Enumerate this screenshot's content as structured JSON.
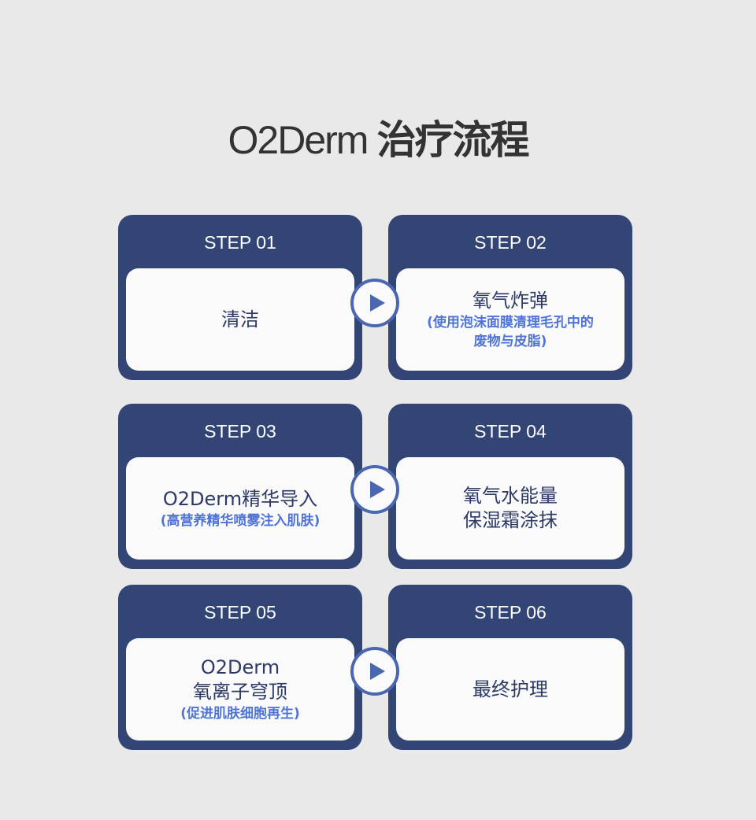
{
  "title": {
    "en": "O2Derm",
    "zh": "治疗流程"
  },
  "steps": [
    {
      "label": "STEP 01",
      "lines": [
        "清洁"
      ],
      "sub": []
    },
    {
      "label": "STEP 02",
      "lines": [
        "氧气炸弹"
      ],
      "sub": [
        "(使用泡沫面膜清理毛孔中的",
        "废物与皮脂)"
      ]
    },
    {
      "label": "STEP 03",
      "lines": [
        "O2Derm精华导入"
      ],
      "sub": [
        "(高营养精华喷雾注入肌肤)"
      ]
    },
    {
      "label": "STEP 04",
      "lines": [
        "氧气水能量",
        "保湿霜涂抹"
      ],
      "sub": []
    },
    {
      "label": "STEP 05",
      "lines": [
        "O2Derm",
        "氧离子穹顶"
      ],
      "sub": [
        "(促进肌肤细胞再生)"
      ]
    },
    {
      "label": "STEP 06",
      "lines": [
        "最终护理"
      ],
      "sub": []
    }
  ],
  "colors": {
    "card": "#334574",
    "accent": "#4f74d6",
    "text": "#2d3a66"
  }
}
